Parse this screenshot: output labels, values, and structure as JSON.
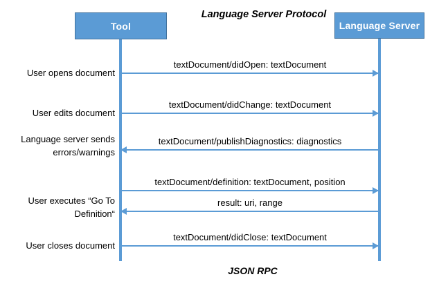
{
  "diagram": {
    "title": "Language Server\nProtocol",
    "footer": "JSON RPC",
    "accent_color": "#5B9BD5",
    "border_color": "#41719C",
    "text_color": "#000000",
    "background_color": "#FFFFFF"
  },
  "participants": [
    {
      "id": "tool",
      "label": "Tool"
    },
    {
      "id": "server",
      "label": "Language Server"
    }
  ],
  "messages": [
    {
      "caption": "textDocument/didOpen: textDocument",
      "direction": "right",
      "side_label": "User opens document"
    },
    {
      "caption": "textDocument/didChange: textDocument",
      "direction": "right",
      "side_label": "User edits document"
    },
    {
      "caption": "textDocument/publishDiagnostics: diagnostics",
      "direction": "left",
      "side_label": "Language server sends\nerrors/warnings"
    },
    {
      "caption": "textDocument/definition: textDocument, position",
      "direction": "right",
      "side_label": ""
    },
    {
      "caption": "result: uri, range",
      "direction": "left",
      "side_label": "User executes “Go To\nDefinition“"
    },
    {
      "caption": "textDocument/didClose: textDocument",
      "direction": "right",
      "side_label": "User closes document"
    }
  ]
}
